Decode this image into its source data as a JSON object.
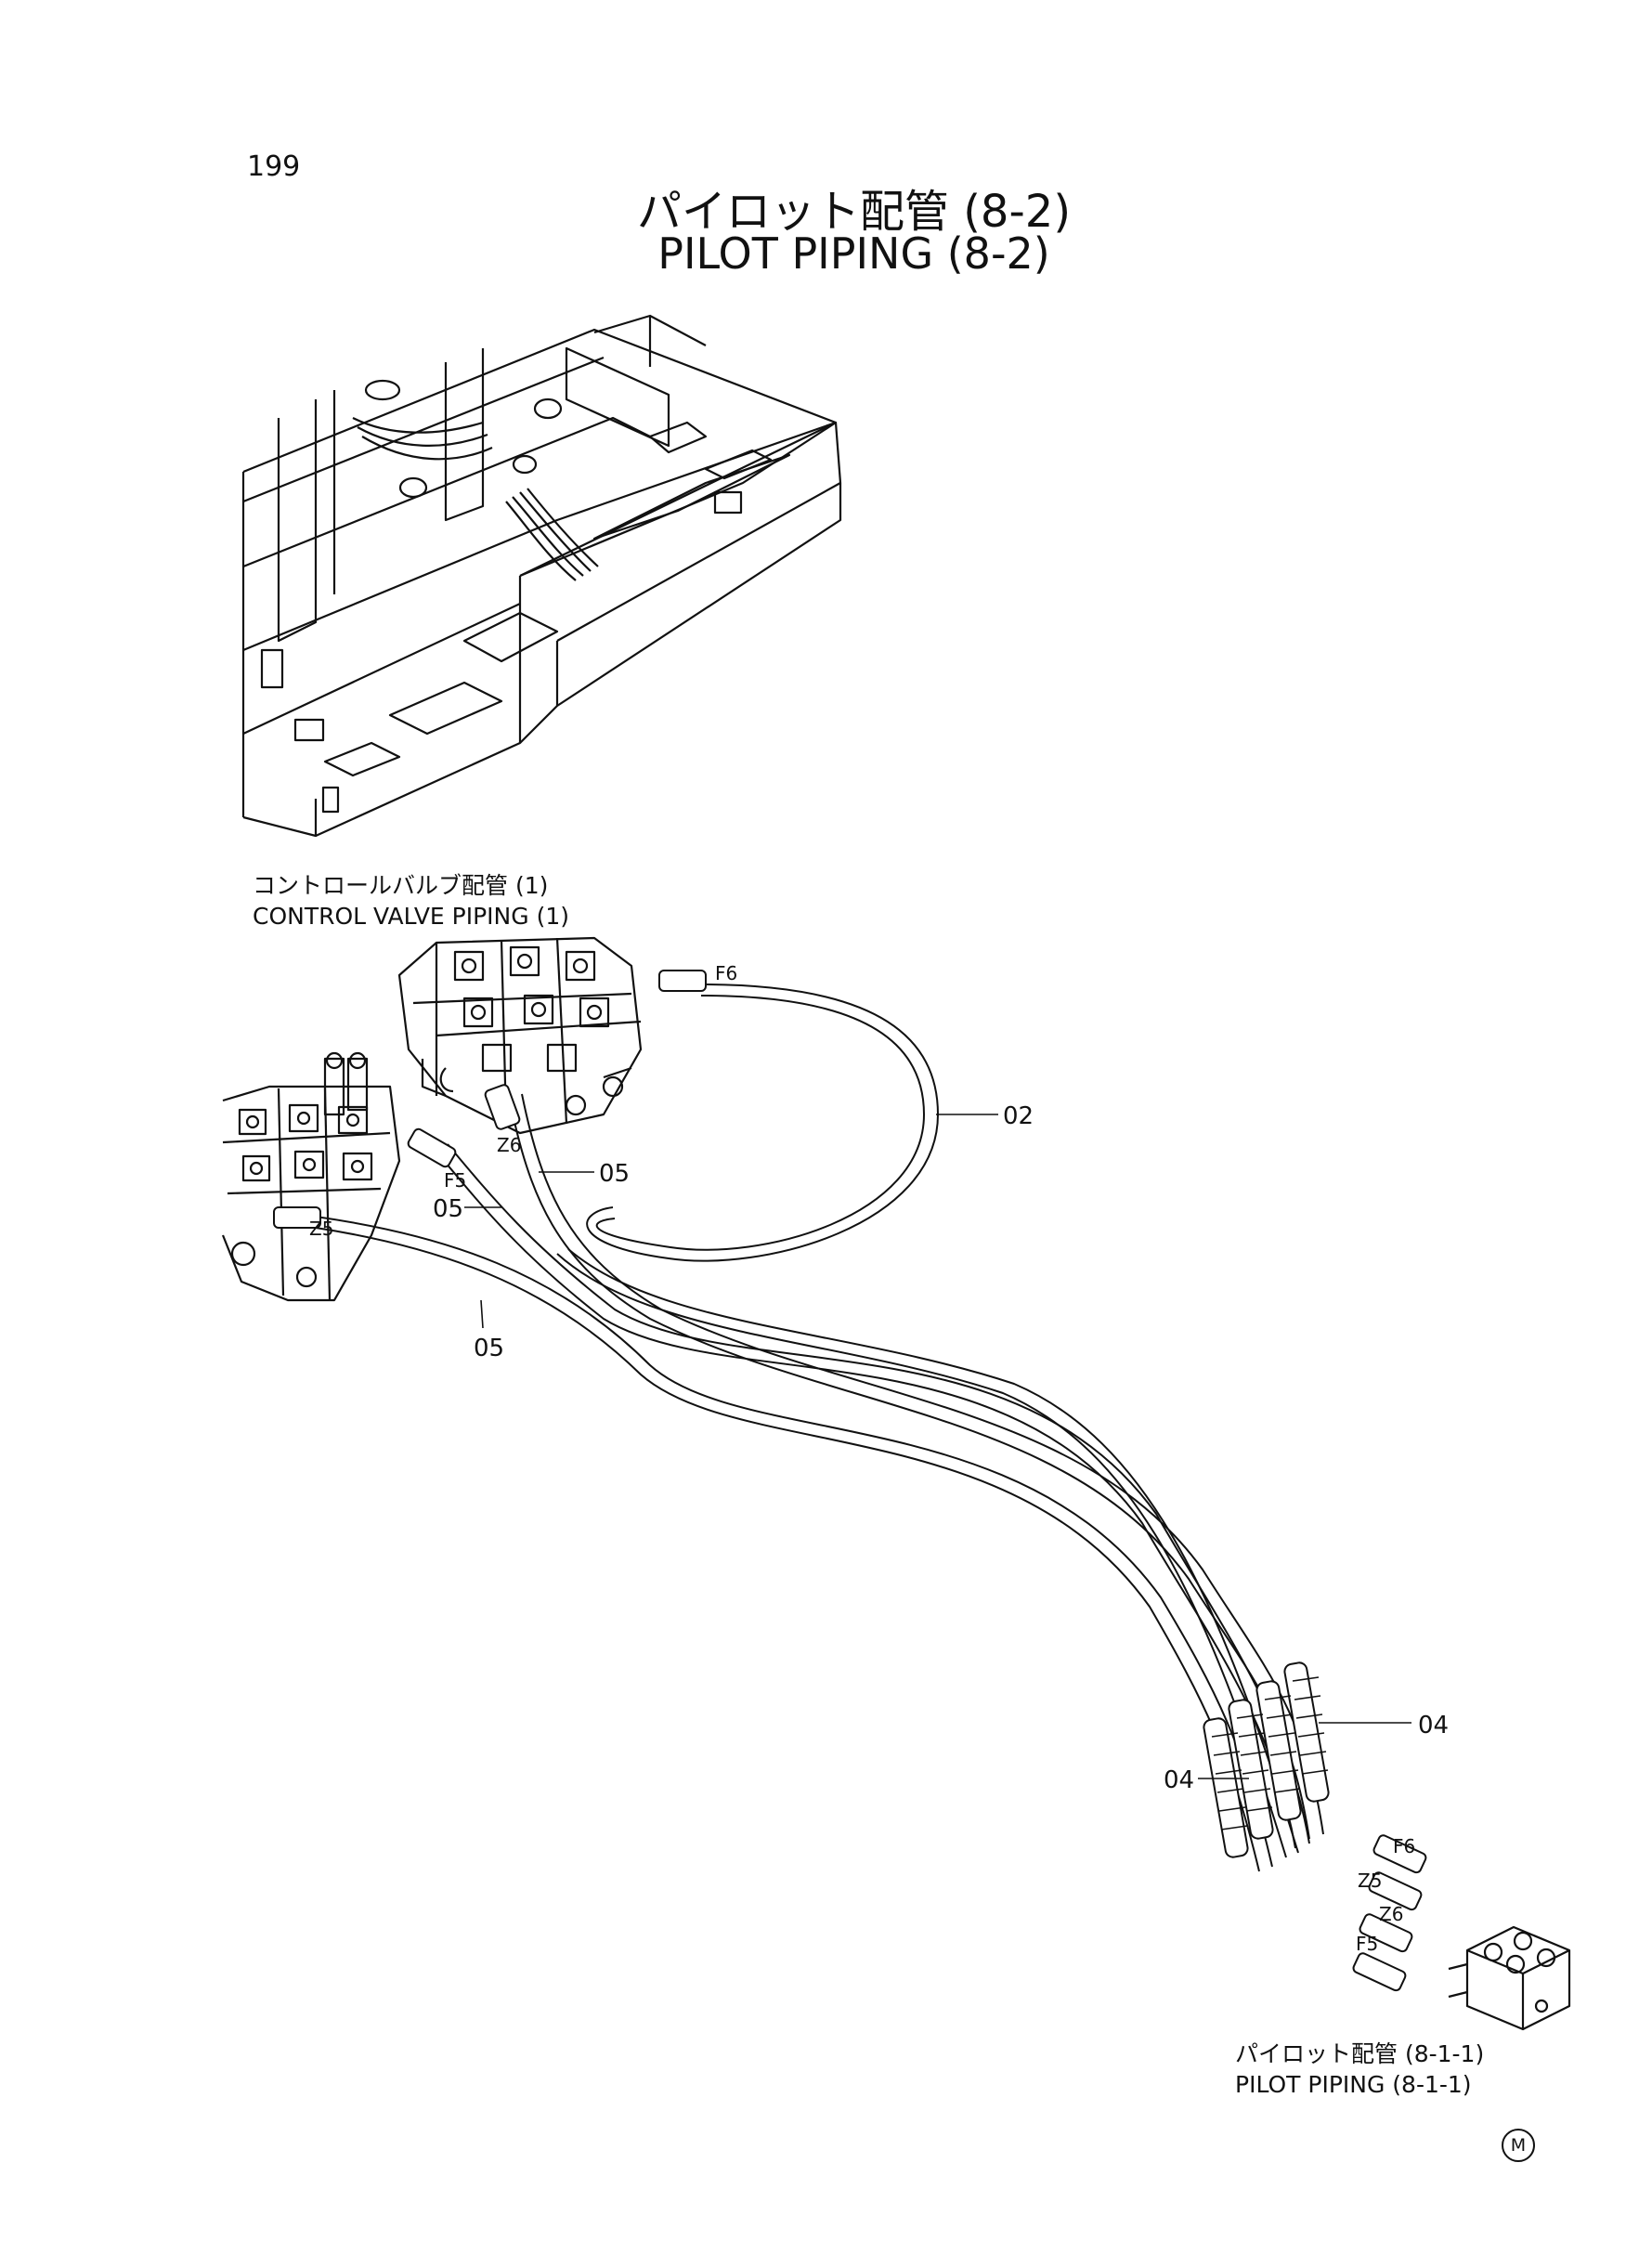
{
  "page_number": "199",
  "title_jp": "パイロット配管 (8-2)",
  "title_en": "PILOT PIPING (8-2)",
  "reference_control_valve": {
    "jp": "コントロールバルブ配管 (1)",
    "en": "CONTROL VALVE PIPING (1)"
  },
  "reference_pilot_piping": {
    "jp": "パイロット配管 (8-1-1)",
    "en": "PILOT PIPING (8-1-1)"
  },
  "part_numbers": {
    "p02": "02",
    "p05a": "05",
    "p05b": "05",
    "p05c": "05",
    "p04a": "04",
    "p04b": "04"
  },
  "port_labels": {
    "f6_top": "F6",
    "z6_top": "Z6",
    "f5_top": "F5",
    "z5_top": "Z5",
    "f6_bottom": "F6",
    "z5_bottom": "Z5",
    "z6_bottom": "Z6",
    "f5_bottom": "F5"
  },
  "mark": "M",
  "icons": [
    "frame-illustration",
    "control-valve-illustration",
    "hose-fitting-icon",
    "pilot-valve-block-icon"
  ]
}
